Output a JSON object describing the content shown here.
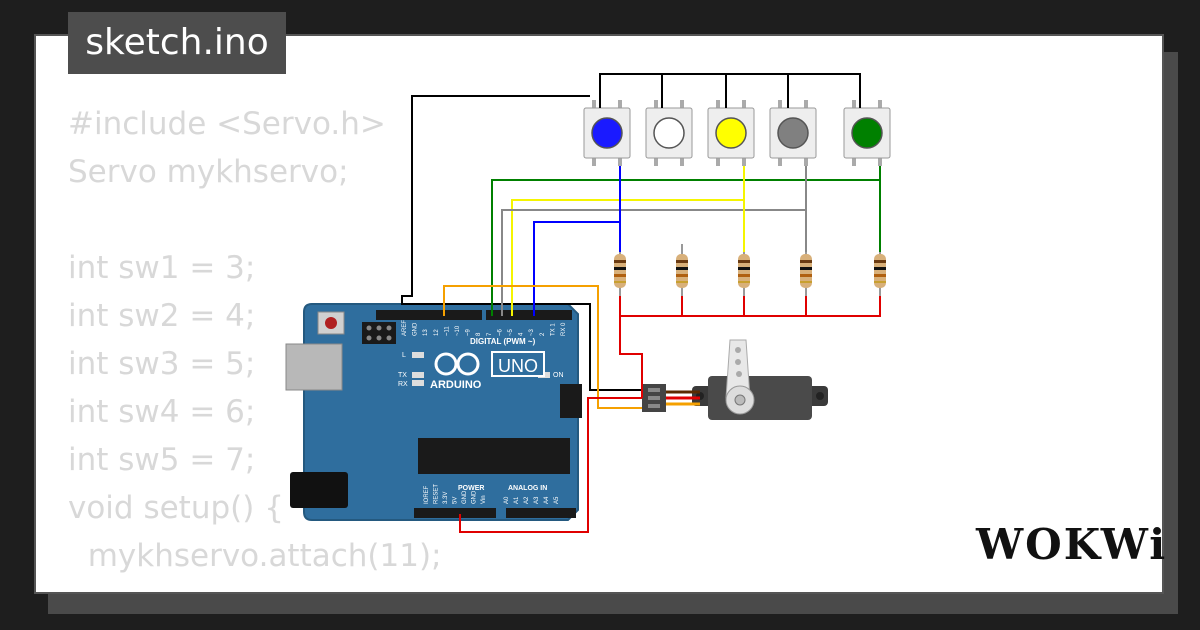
{
  "window": {
    "title": "sketch.ino"
  },
  "code": {
    "lines": [
      "#include <Servo.h>",
      "Servo mykhservo;",
      "",
      "int sw1 = 3;",
      "int sw2 = 4;",
      "int sw3 = 5;",
      "int sw4 = 6;",
      "int sw5 = 7;",
      "void setup() {",
      "  mykhservo.attach(11);"
    ]
  },
  "board": {
    "model": "UNO",
    "brand": "ARDUINO",
    "digital_header": "DIGITAL (PWM ~)",
    "power_header": "POWER",
    "analog_header": "ANALOG IN",
    "on_label": "ON",
    "led_l": "L",
    "led_tx": "TX",
    "led_rx": "RX",
    "pin_labels_top": [
      "AREF",
      "GND",
      "13",
      "12",
      "~11",
      "~10",
      "~9",
      "8",
      "7",
      "~6",
      "~5",
      "4",
      "~3",
      "2",
      "TX 1",
      "RX 0"
    ],
    "pin_labels_bottom": [
      "IOREF",
      "RESET",
      "3.3V",
      "5V",
      "GND",
      "GND",
      "Vin",
      "A0",
      "A1",
      "A2",
      "A3",
      "A4",
      "A5"
    ]
  },
  "buttons": {
    "colors": [
      "#1a1aff",
      "#ffffff",
      "#ffff00",
      "#808080",
      "#008000"
    ]
  },
  "wire_colors": {
    "black": "#000000",
    "blue": "#0000ff",
    "yellow": "#f5f500",
    "gray": "#888888",
    "green": "#008000",
    "orange": "#f5a000",
    "red": "#e00000"
  },
  "logo": {
    "text": "WOKWi"
  }
}
